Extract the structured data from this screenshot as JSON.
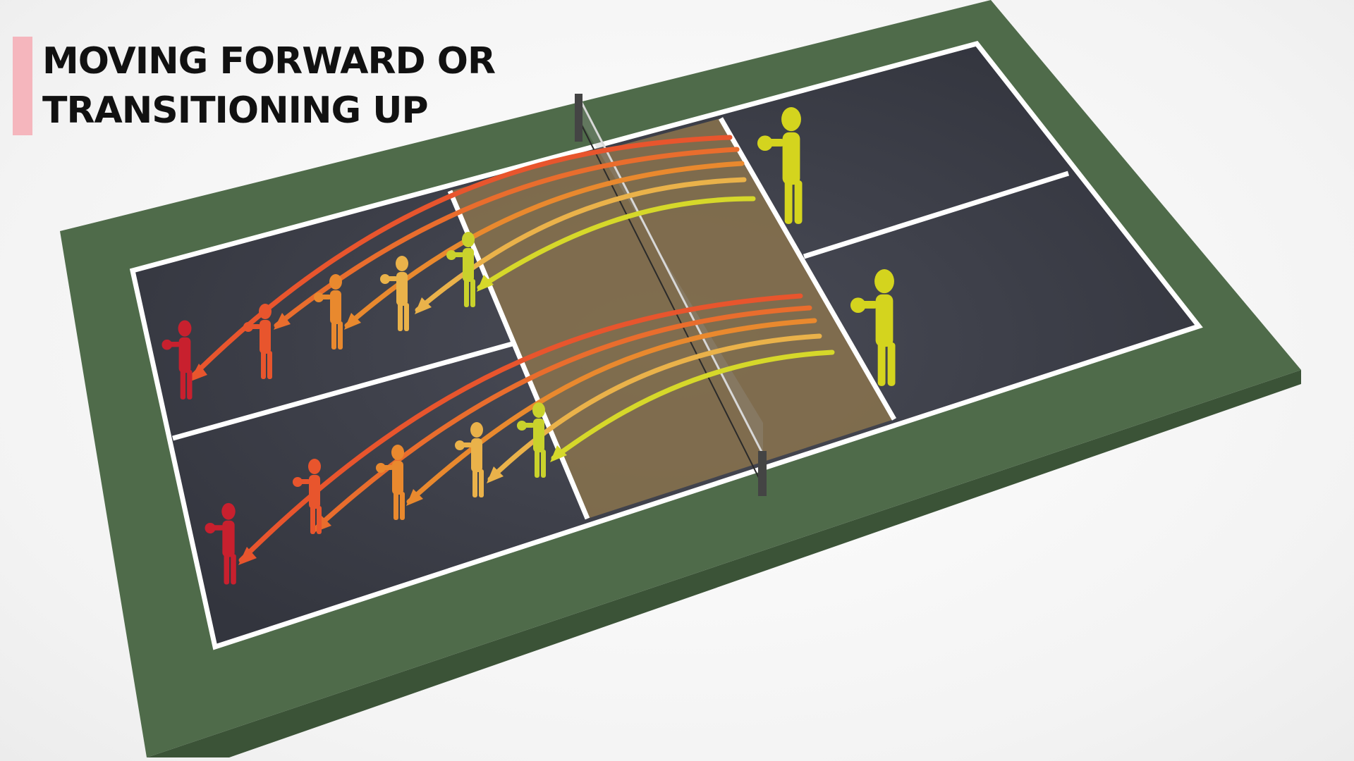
{
  "title": {
    "line1": "MOVING FORWARD OR",
    "line2": "TRANSITIONING UP",
    "accent_color": "#f5b6bd"
  },
  "colors": {
    "surround": "#4f6b4a",
    "surround_side": "#3b5337",
    "court_surface": "#3d3f49",
    "lines": "#ffffff",
    "kitchen_zone": "#7c6a4c",
    "net": "#2a2a2a",
    "stage_colors": [
      "#c8202e",
      "#e8552d",
      "#e9892e",
      "#eab24a",
      "#c9d22c"
    ],
    "opponent": "#d4d41e"
  },
  "diagram": {
    "stages_per_lane": 5,
    "lanes": 2,
    "opponents": 2,
    "icons": [
      "player-icon",
      "arrow-icon",
      "net-post-icon"
    ]
  }
}
